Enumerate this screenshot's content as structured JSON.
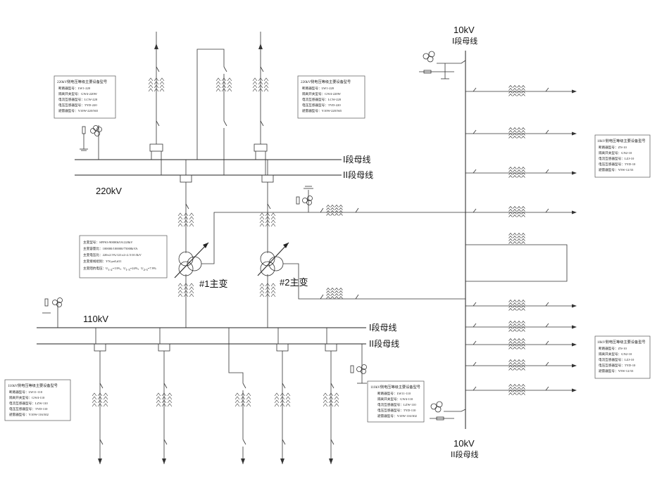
{
  "labels": {
    "kv220": "220kV",
    "kv110": "110kV",
    "kv10_top": "10kV",
    "kv10_bottom": "10kV",
    "bus220_I": "I段母线",
    "bus220_II": "II段母线",
    "bus110_I": "I段母线",
    "bus110_II": "II段母线",
    "bus10_I": "I段母线",
    "bus10_II": "II段母线",
    "t1": "#1主变",
    "t2": "#2主变"
  },
  "box_220_left": {
    "title": "220kV侧电压等级主要设备型号",
    "lines": [
      "断路器型号：LW1-220",
      "隔离开关型号：GW4-220W",
      "电流互感器型号：LCW-220",
      "电压互感器型号：TYD-220",
      "避雷器型号：Y10W-220/565"
    ]
  },
  "box_220_right": {
    "title": "220kV侧电压等级主要设备型号",
    "lines": [
      "断路器型号：LW1-220",
      "隔离开关型号：GW4-220W",
      "电流互感器型号：LCW-220",
      "电压互感器型号：TYD-220",
      "避雷器型号：Y10W-220/565"
    ]
  },
  "box_transformer": {
    "lines": [
      "主变型号：SFPS3-90000kVA/220kV",
      "主变容量比：100000/100000/75000kVA",
      "主变电压比：220±2.5%/121±2×2.5/10.5kV",
      "主变接线组别：YN,yn0,d11"
    ],
    "imp_prefix": "主变阻抗电压：U",
    "imp_parts": [
      "1-2",
      "=13%，U",
      "1-3",
      "=24%，U",
      "2-3",
      "=7.9%"
    ]
  },
  "box_110_left": {
    "title": "110kV侧电压等级主要设备型号",
    "lines": [
      "断路器型号：LW11-110",
      "隔离开关型号：GW4-110",
      "电流互感器型号：LZW-110",
      "电压互感器型号：TYD-110",
      "避雷器型号：Y10W-116/302"
    ]
  },
  "box_110_right": {
    "title": "110kV侧电压等级主要设备型号",
    "lines": [
      "断路器型号：LW11-110",
      "隔离开关型号：GW4-110",
      "电流互感器型号：LZW-110",
      "电压互感器型号：TYD-110",
      "避雷器型号：Y10W-116/302"
    ]
  },
  "box_10_top": {
    "title": "10kV侧电压等级主要设备型号",
    "lines": [
      "断路器型号：ZN-10",
      "隔离开关型号：GN2-10",
      "电流互感器型号：LZJ-10",
      "电压互感器型号：TYD-10",
      "避雷器型号：Y5W-12/33"
    ]
  },
  "box_10_bottom": {
    "title": "10kV侧电压等级主要设备型号",
    "lines": [
      "断路器型号：ZN-10",
      "隔离开关型号：GN2-10",
      "电流互感器型号：LZJ-10",
      "电压互感器型号：TYD-10",
      "避雷器型号：Y5W-12/33"
    ]
  },
  "colors": {
    "line": "#333333",
    "text": "#222222",
    "background": "#ffffff"
  }
}
